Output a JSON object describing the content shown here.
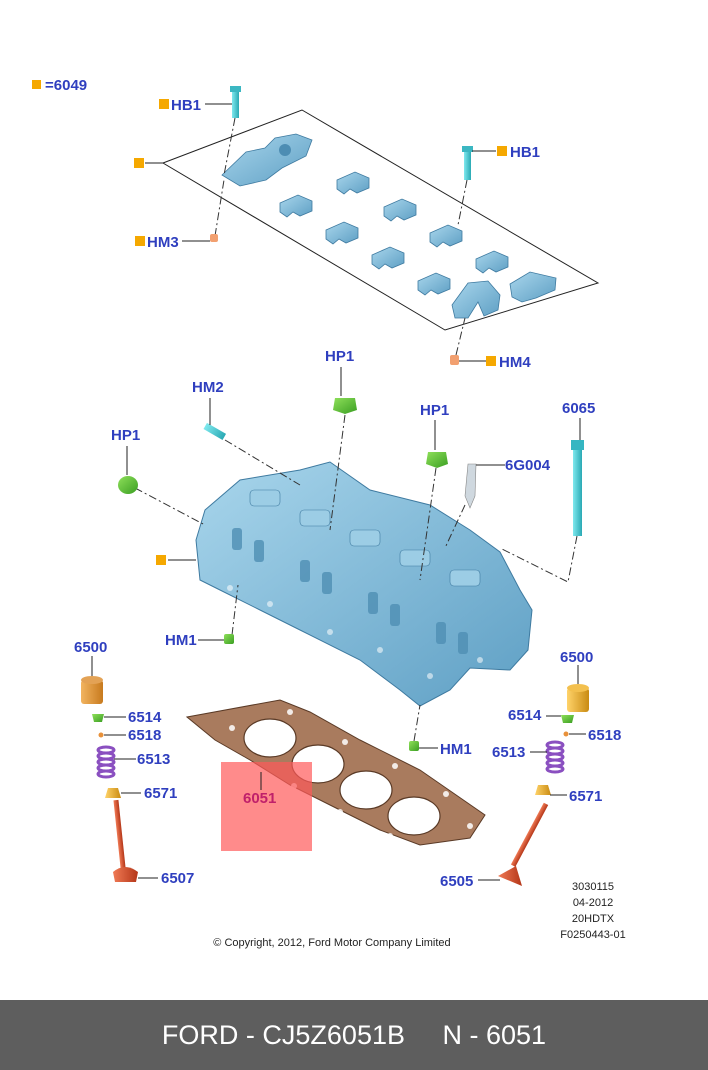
{
  "legend": {
    "symbol_text": "=6049"
  },
  "labels": {
    "hb1_left": "HB1",
    "hb1_right": "HB1",
    "hm3": "HM3",
    "hm4": "HM4",
    "hp1_center": "HP1",
    "hm2": "HM2",
    "hp1_mid": "HP1",
    "p6065": "6065",
    "hp1_left": "HP1",
    "p6g004": "6G004",
    "hm1_left": "HM1",
    "hm1_right": "HM1",
    "p6500_left": "6500",
    "p6500_right": "6500",
    "p6514_left": "6514",
    "p6514_right": "6514",
    "p6518_left": "6518",
    "p6518_right": "6518",
    "p6513_left": "6513",
    "p6513_right": "6513",
    "p6571_left": "6571",
    "p6571_right": "6571",
    "p6507": "6507",
    "p6505": "6505",
    "p6051": "6051"
  },
  "drawing_info": {
    "line1": "3030115",
    "line2": "04-2012",
    "line3": "20HDTX",
    "line4": "F0250443-01"
  },
  "copyright": "© Copyright, 2012, Ford Motor Company Limited",
  "footer": {
    "part": "FORD - CJ5Z6051B",
    "ref": "N - 6051"
  },
  "colors": {
    "label_blue": "#2f3fbf",
    "highlight_red": "#ff6b6b",
    "marker_orange": "#f5a800",
    "part_blue": "#7bb8d8",
    "footer_bg": "#5e5e5e"
  }
}
